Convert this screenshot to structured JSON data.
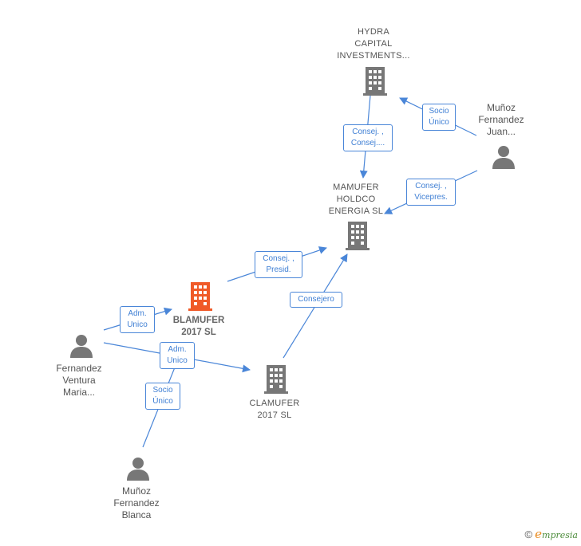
{
  "nodes": {
    "hydra": {
      "label_lines": [
        "HYDRA",
        "CAPITAL",
        "INVESTMENTS..."
      ]
    },
    "mamufer": {
      "label_lines": [
        "MAMUFER",
        "HOLDCO",
        "ENERGIA  SL"
      ]
    },
    "blamufer": {
      "label_lines": [
        "BLAMUFER",
        "2017  SL"
      ]
    },
    "clamufer": {
      "label_lines": [
        "CLAMUFER",
        "2017  SL"
      ]
    },
    "munoz_juan": {
      "label_lines": [
        "Muñoz",
        "Fernandez",
        "Juan..."
      ]
    },
    "fernandez_maria": {
      "label_lines": [
        "Fernandez",
        "Ventura",
        "Maria..."
      ]
    },
    "munoz_blanca": {
      "label_lines": [
        "Muñoz",
        "Fernandez",
        "Blanca"
      ]
    }
  },
  "edges": {
    "hydra_mamufer": {
      "lines": [
        "Consej. ,",
        "Consej...."
      ]
    },
    "juan_hydra": {
      "lines": [
        "Socio",
        "Único"
      ]
    },
    "juan_mamufer": {
      "lines": [
        "Consej. ,",
        "Vicepres."
      ]
    },
    "blamufer_mamufer": {
      "lines": [
        "Consej. ,",
        "Presid."
      ]
    },
    "clamufer_mamufer": {
      "lines": [
        "Consejero"
      ]
    },
    "maria_blamufer": {
      "lines": [
        "Adm.",
        "Unico"
      ]
    },
    "maria_clamufer": {
      "lines": [
        "Adm.",
        "Unico"
      ]
    },
    "blanca_blamufer": {
      "lines": [
        "Socio",
        "Único"
      ]
    }
  },
  "colors": {
    "edge": "#4a86d8",
    "company": "#777777",
    "main_company": "#f05a28",
    "person": "#777777"
  },
  "footer": {
    "copyright": "©",
    "brand_e": "e",
    "brand_rest": "mpresia"
  }
}
